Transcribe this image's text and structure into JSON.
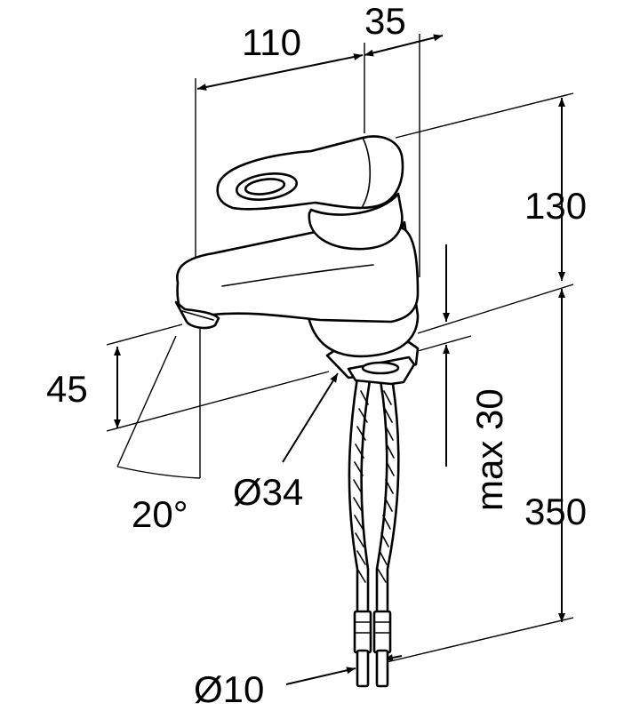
{
  "dimensions": {
    "width_total": "110",
    "spout_offset": "35",
    "height_above_deck": "130",
    "deck_to_spout_outlet": "45",
    "max_deck_thickness": "max 30",
    "hose_length": "350",
    "hole_diameter": "Ø34",
    "pipe_diameter": "Ø10",
    "spout_swivel_angle": "20°"
  }
}
